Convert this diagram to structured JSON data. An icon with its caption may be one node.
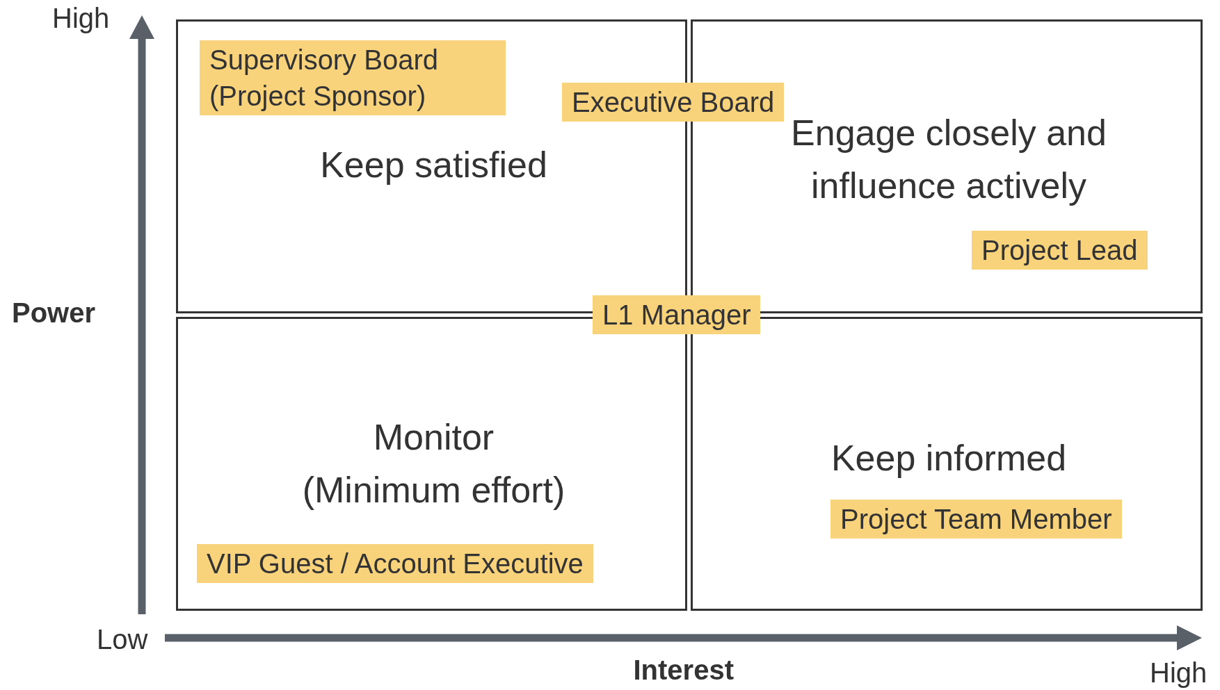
{
  "diagram": {
    "nodes": [
      {
        "text": [
          "Keep satisfied"
        ]
      },
      {
        "text": [
          "Supervisory Board (Project Sponsor)"
        ],
        "in": 0
      },
      {
        "text": [
          "Executive Board"
        ]
      },
      {
        "text": [
          "Engage closely and influence actively"
        ]
      },
      {
        "text": [
          "Project Lead"
        ],
        "in": 3
      },
      {
        "text": [
          "L1 Manager"
        ]
      },
      {
        "text": [
          "Monitor",
          "(Minimum effort)"
        ]
      },
      {
        "text": [
          "VIP Guest / Account Executive"
        ],
        "in": 6
      },
      {
        "text": [
          "Keep informed"
        ]
      },
      {
        "text": [
          "Project Team Member"
        ],
        "in": 8
      }
    ],
    "edges": [],
    "labels": [
      "High",
      "Power",
      "Low",
      "Interest",
      "High"
    ]
  }
}
